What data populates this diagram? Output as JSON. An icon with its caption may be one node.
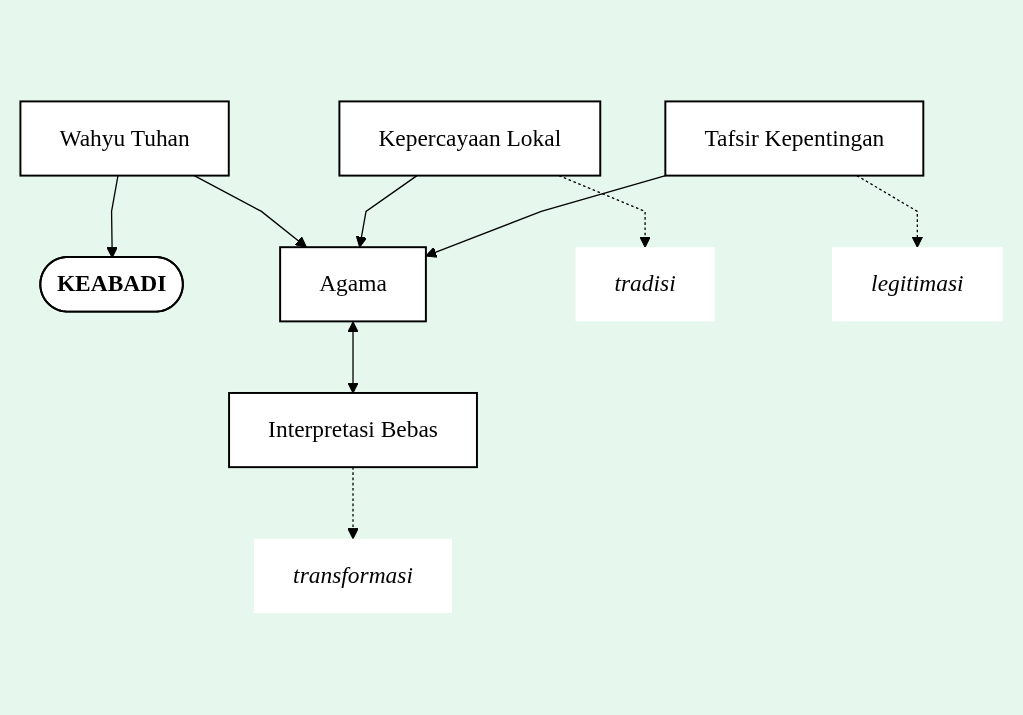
{
  "diagram": {
    "nodes": [
      {
        "text": [
          "KEABADI"
        ]
      },
      {
        "text": [
          "Wahyu Tuhan"
        ]
      },
      {
        "text": [
          "Kepercayaan Lokal"
        ]
      },
      {
        "text": [
          "Agama"
        ]
      },
      {
        "text": [
          "Interpretasi Bebas"
        ]
      },
      {
        "text": [
          "tradisi"
        ]
      },
      {
        "text": [
          "transformasi"
        ]
      },
      {
        "text": [
          "Tafsir Kepentingan"
        ]
      },
      {
        "text": [
          "legitimasi"
        ]
      }
    ],
    "edges": [
      {
        "from": 1,
        "to": 0,
        "arrow": "to"
      },
      {
        "from": 1,
        "to": 3,
        "arrow": "to"
      },
      {
        "from": 2,
        "to": 3,
        "arrow": "to"
      },
      {
        "from": 3,
        "to": 4,
        "arrow": "both"
      },
      {
        "from": 2,
        "to": 5,
        "arrow": "to",
        "style": "dashed"
      },
      {
        "from": 4,
        "to": 6,
        "arrow": "to",
        "style": "dashed"
      },
      {
        "from": 7,
        "to": 3,
        "arrow": "to"
      },
      {
        "from": 7,
        "to": 8,
        "arrow": "to",
        "style": "dashed"
      }
    ]
  }
}
